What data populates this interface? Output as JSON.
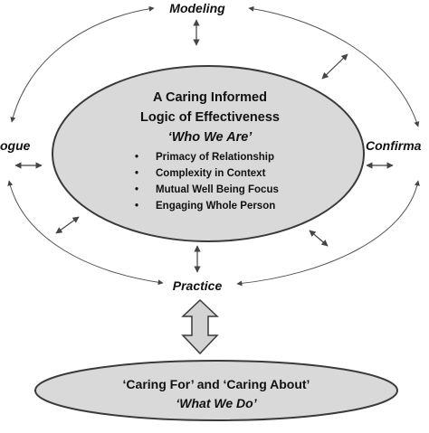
{
  "nodes": {
    "top": "Modeling",
    "left": "ogue",
    "right": "Confirma",
    "bottom": "Practice"
  },
  "core": {
    "title_line1": "A Caring Informed",
    "title_line2": "Logic of Effectiveness",
    "subtitle": "‘Who We Are’",
    "bullet_symbol": "•",
    "bullets": [
      "Primacy of Relationship",
      "Complexity in Context",
      "Mutual Well Being Focus",
      "Engaging Whole Person"
    ]
  },
  "outcome": {
    "line1": "‘Caring For’ and ‘Caring About’",
    "line2": "‘What We Do’"
  },
  "colors": {
    "ellipse_fill": "#d9d9d9",
    "ellipse_stroke": "#3a3a3a",
    "arrow_stroke": "#444444",
    "block_arrow_fill": "#d3d3d3"
  }
}
